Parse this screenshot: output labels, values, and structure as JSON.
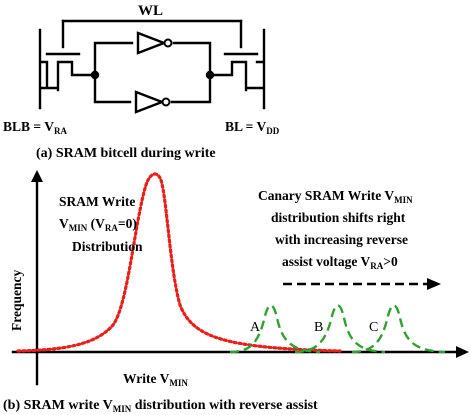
{
  "circuit": {
    "wordline_label": "WL",
    "bitline_left": {
      "prefix": "BLB = V",
      "sub": "RA"
    },
    "bitline_right": {
      "prefix": "BL = V",
      "sub": "DD"
    },
    "caption": "(a) SRAM bitcell during write"
  },
  "plot": {
    "ylabel": "Frequency",
    "xlabel": {
      "prefix": "Write V",
      "sub": "MIN"
    },
    "baseline_text": {
      "line1": "SRAM Write",
      "line2_prefix": "V",
      "line2_sub": "MIN",
      "line2_mid": " (V",
      "line2_sub2": "RA",
      "line2_suffix": "=0)",
      "line3": "Distribution"
    },
    "canary_text": {
      "line1_prefix": "Canary SRAM Write V",
      "line1_sub": "MIN",
      "line2": "distribution shifts right",
      "line3": "with increasing reverse",
      "line4_prefix": "assist voltage V",
      "line4_sub": "RA",
      "line4_suffix": ">0"
    },
    "peak_labels": [
      "A",
      "B",
      "C"
    ],
    "caption": {
      "prefix": "(b) SRAM write V",
      "sub": "MIN",
      "suffix": " distribution with reverse assist"
    },
    "colors": {
      "baseline_curve": "#e8201c",
      "canary_curves": "#2fa12f",
      "axes": "#000000"
    }
  }
}
